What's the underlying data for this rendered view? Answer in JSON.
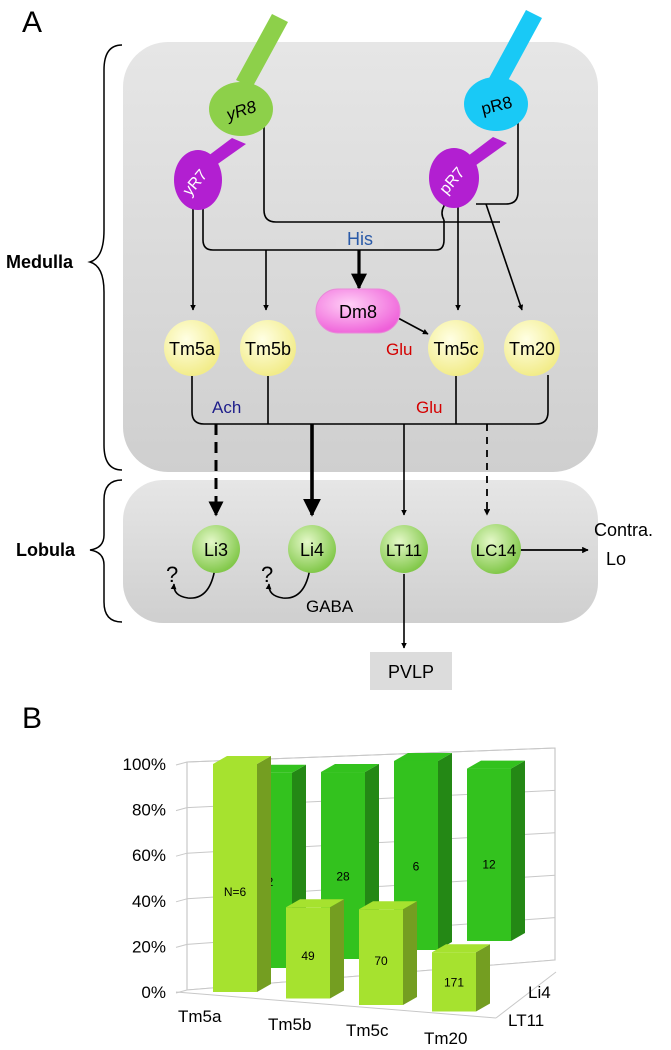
{
  "panel_a": {
    "label": "A",
    "regions": {
      "medulla": "Medulla",
      "lobula": "Lobula"
    },
    "photoreceptors": {
      "yR8": "yR8",
      "yR7": "yR7",
      "pR8": "pR8",
      "pR7": "pR7"
    },
    "neurons": {
      "dm8": "Dm8",
      "tm5a": "Tm5a",
      "tm5b": "Tm5b",
      "tm5c": "Tm5c",
      "tm20": "Tm20",
      "li3": "Li3",
      "li4": "Li4",
      "lt11": "LT11",
      "lc14": "LC14"
    },
    "transmitters": {
      "his": "His",
      "glu_dm8": "Glu",
      "glu_tm5c": "Glu",
      "ach": "Ach",
      "gaba": "GABA"
    },
    "unknown_mark": "?",
    "targets": {
      "contra_line1": "Contra.",
      "contra_line2": "Lo",
      "pvlp": "PVLP"
    },
    "colors": {
      "yellow_receptor": "#8dd04a",
      "pale_receptor": "#19c9f6",
      "r7": "#b21fd1",
      "dm8": "#f56ce0",
      "tm": "#fbf9a8",
      "lobula_neuron": "#9ad75c",
      "his": "#2a5aa8",
      "glu": "#d40000",
      "ach": "#1d1d8a",
      "region": "#d9d9d9"
    }
  },
  "panel_b": {
    "label": "B"
  },
  "chart_data": {
    "type": "bar",
    "categories": [
      "Tm5a",
      "Tm5b",
      "Tm5c",
      "Tm20"
    ],
    "series": [
      {
        "name": "LT11",
        "values": [
          100,
          40,
          42,
          26
        ],
        "labels": [
          "N=6",
          "49",
          "70",
          "171"
        ],
        "color": "#a6e22f"
      },
      {
        "name": "Li4",
        "values": [
          94,
          90,
          91,
          83
        ],
        "labels": [
          "2",
          "28",
          "6",
          "12"
        ],
        "color": "#33c21e"
      }
    ],
    "ytick_labels": [
      "0%",
      "20%",
      "40%",
      "60%",
      "80%",
      "100%"
    ],
    "ylim": [
      0,
      100
    ],
    "grid": true
  }
}
